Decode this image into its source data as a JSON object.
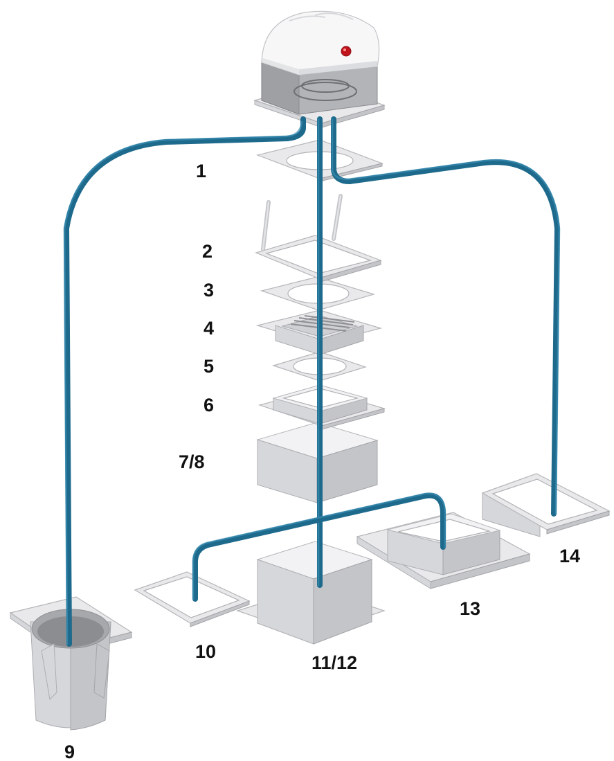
{
  "diagram": {
    "component_labels": {
      "c1": "1",
      "c2": "2",
      "c3": "3",
      "c4": "4",
      "c5": "5",
      "c6": "6",
      "c78": "7/8",
      "c9": "9",
      "c10": "10",
      "c1112": "11/12",
      "c13": "13",
      "c14": "14"
    },
    "colors": {
      "pipe": "#1e6a8c",
      "metal_light": "#e9e9eb",
      "metal_dark": "#c4c5c9",
      "dome": "#f7f7f8",
      "indicator": "#c0141c"
    }
  }
}
